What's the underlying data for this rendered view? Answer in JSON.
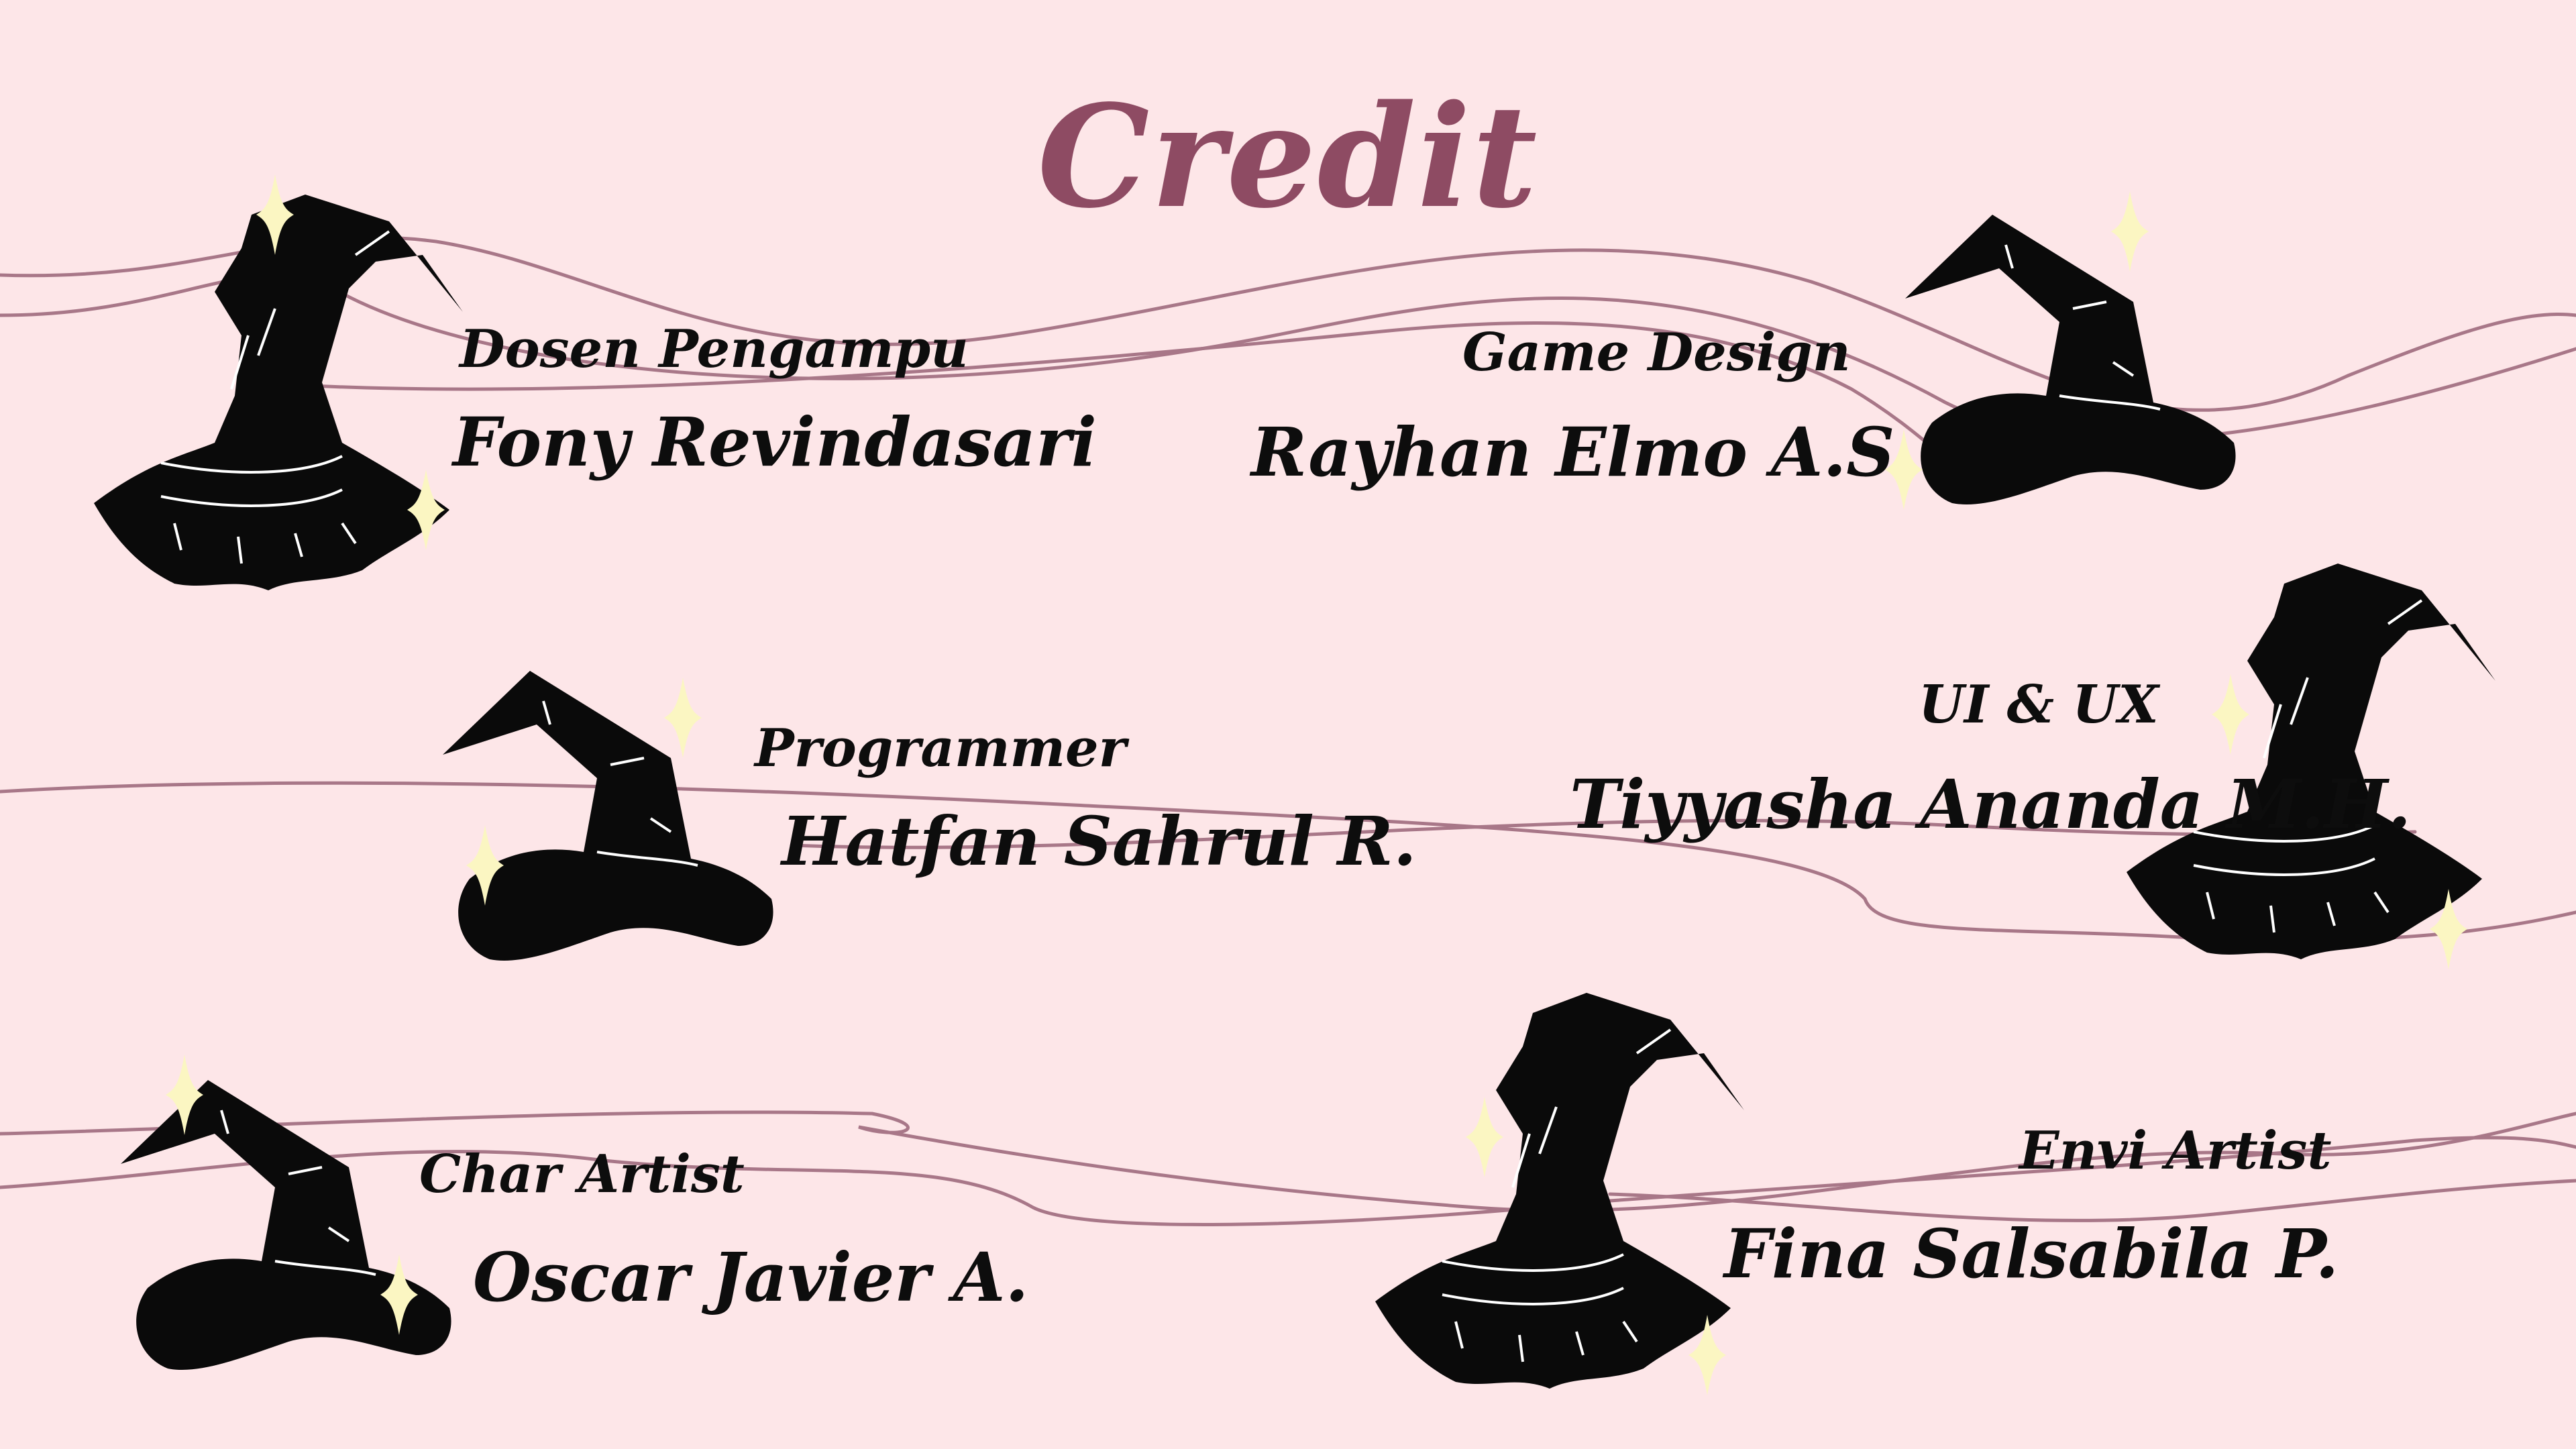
{
  "title": "Credit",
  "colors": {
    "background": "#fde6e8",
    "title": "#8e4b63",
    "line": "#a87788",
    "hat": "#0a0a0a",
    "sparkle": "#fbf6c2"
  },
  "icons": [
    "witch-hat-icon",
    "sparkle-icon"
  ],
  "credits": [
    {
      "role": "Dosen Pengampu",
      "name": "Fony Revindasari"
    },
    {
      "role": "Game Design",
      "name": "Rayhan Elmo A.S"
    },
    {
      "role": "Programmer",
      "name": "Hatfan Sahrul R."
    },
    {
      "role": "UI & UX",
      "name": "Tiyyasha Ananda M.H."
    },
    {
      "role": "Char Artist",
      "name": "Oscar Javier A."
    },
    {
      "role": "Envi Artist",
      "name": "Fina Salsabila P."
    }
  ]
}
